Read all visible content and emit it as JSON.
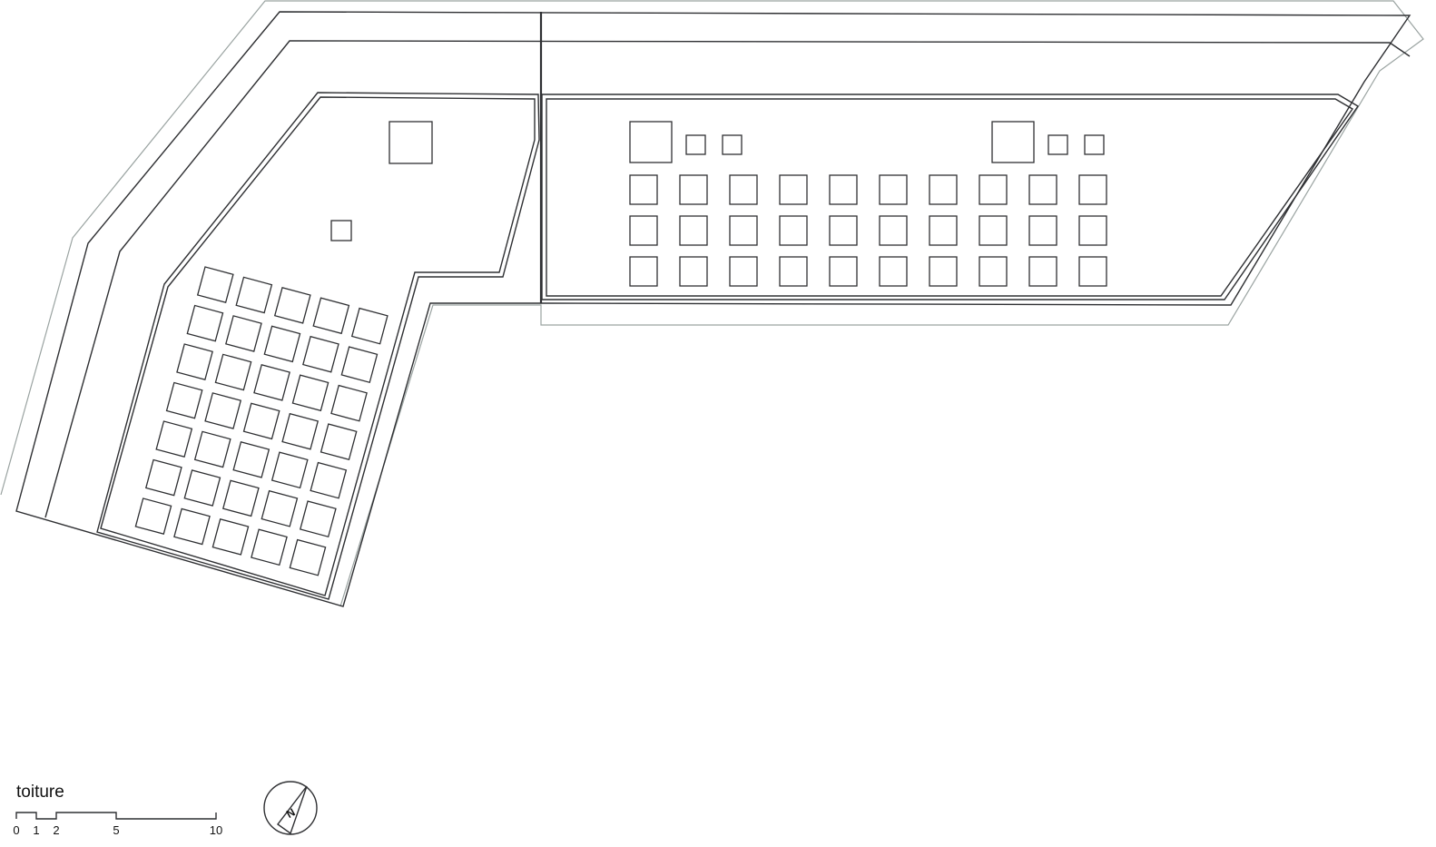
{
  "drawing": {
    "title": "toiture",
    "scale_bar": {
      "ticks": [
        "0",
        "1",
        "2",
        "5",
        "10"
      ],
      "tick_values": [
        0,
        1,
        2,
        5,
        10
      ]
    },
    "north_arrow": {
      "label": "N"
    }
  }
}
